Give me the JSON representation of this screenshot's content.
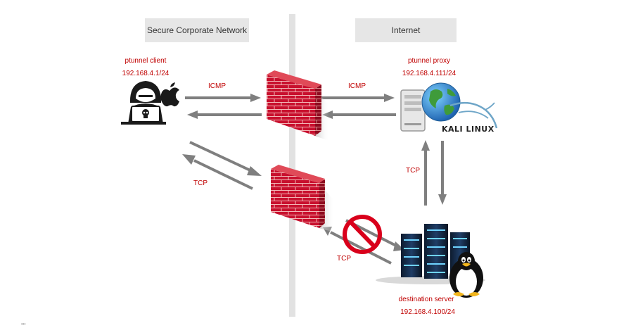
{
  "zones": {
    "left": "Secure Corporate Network",
    "right": "Internet"
  },
  "client": {
    "name": "ptunnel client",
    "ip": "192.168.4.1/24"
  },
  "proxy": {
    "name": "ptunnel proxy",
    "ip": "192.168.4.111/24",
    "os_badge": "KALI LINUX"
  },
  "server": {
    "name": "destination server",
    "ip": "192.168.4.100/24"
  },
  "links": {
    "icmp_left": "ICMP",
    "icmp_right": "ICMP",
    "tcp_client": "TCP",
    "tcp_proxy_server": "TCP",
    "tcp_blocked": "TCP"
  },
  "colors": {
    "label_red": "#c00000",
    "arrow_gray": "#7f7f7f",
    "firewall_red": "#c8102e",
    "blocked_red": "#d9001b"
  }
}
